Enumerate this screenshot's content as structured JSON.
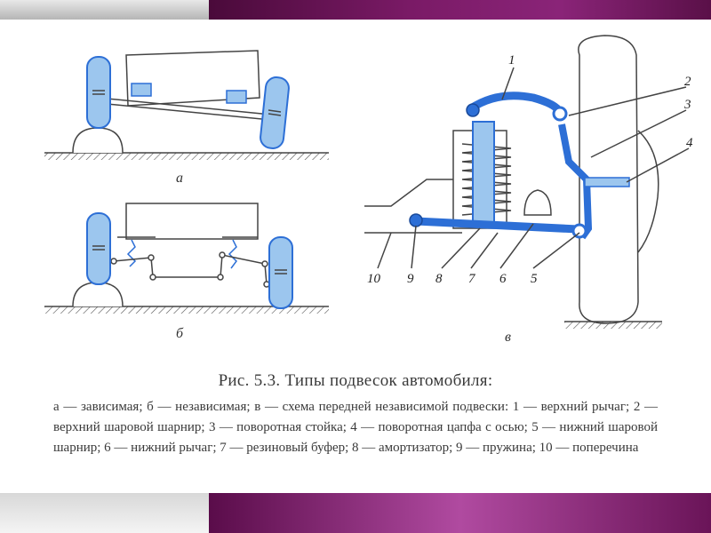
{
  "figure": {
    "panel_a": "а",
    "panel_b": "б",
    "panel_v": "в",
    "callouts": [
      "1",
      "2",
      "3",
      "4",
      "5",
      "6",
      "7",
      "8",
      "9",
      "10"
    ]
  },
  "caption": {
    "title": "Рис. 5.3. Типы подвесок автомобиля:",
    "body": "а — зависимая; б — независимая; в — схема передней независимой подвески: 1 — верхний рычаг; 2 — верхний шаровой шарнир; 3 — поворотная стойка; 4 — поворотная цапфа с осью; 5 — нижний шаровой шарнир; 6 — нижний рычаг; 7 — резиновый буфер; 8 — амортизатор; 9 — пружина; 10 — поперечина"
  },
  "colors": {
    "accent_blue": "#2d6fd6",
    "light_blue": "#9cc6ee",
    "line": "#444444"
  }
}
